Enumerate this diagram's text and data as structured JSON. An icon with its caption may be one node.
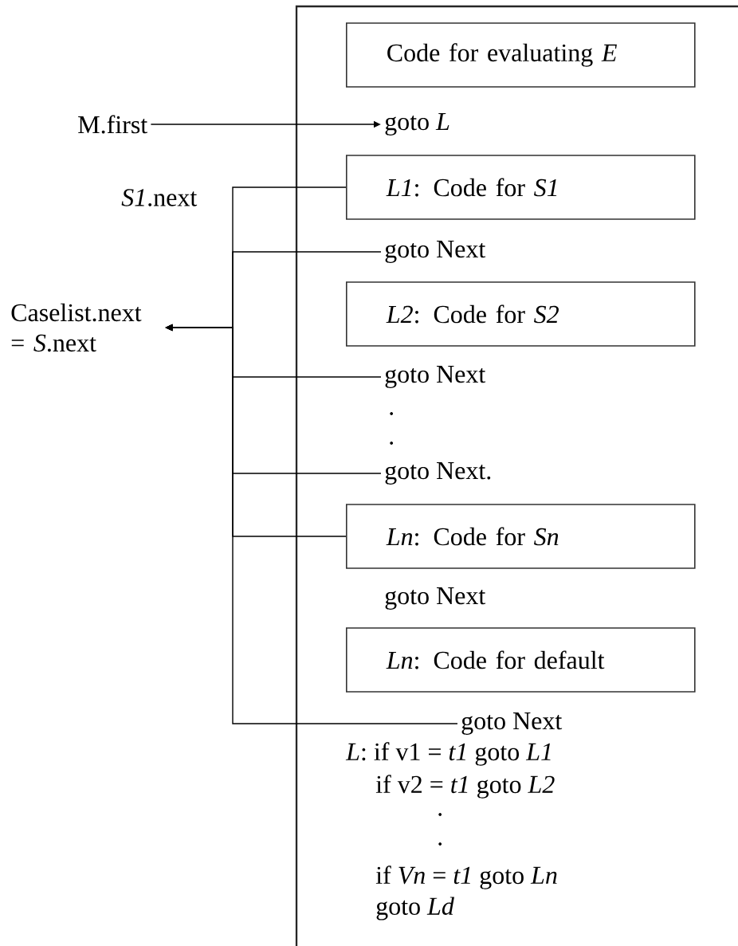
{
  "diagram": {
    "nodes": [
      {
        "text": [
          "Code for evaluating *E*"
        ]
      },
      {
        "text": [
          "M.first"
        ]
      },
      {
        "text": [
          "goto *L*"
        ]
      },
      {
        "text": [
          "*L1*: Code for *S1*"
        ]
      },
      {
        "text": [
          "goto Next"
        ]
      },
      {
        "text": [
          "Caselist.next = *S*.next"
        ]
      },
      {
        "text": [
          "*L2*: Code for *S2*"
        ]
      },
      {
        "text": [
          "goto Next"
        ]
      },
      {
        "text": [
          "goto Next."
        ]
      },
      {
        "text": [
          "*Ln*: Code for *Sn*"
        ]
      },
      {
        "text": [
          "goto Next"
        ]
      },
      {
        "text": [
          "*Ln*: Code for default"
        ]
      },
      {
        "text": [
          "goto Next"
        ]
      }
    ],
    "edges": [
      {
        "from": 1,
        "to": 2,
        "arrow": "to"
      },
      {
        "from": 3,
        "to": 5,
        "arrow": "to"
      },
      {
        "from": 4,
        "to": 5,
        "arrow": "to"
      },
      {
        "from": 7,
        "to": 5,
        "arrow": "to"
      },
      {
        "from": 8,
        "to": 5,
        "arrow": "to"
      },
      {
        "from": 9,
        "to": 5,
        "arrow": "to"
      },
      {
        "from": 12,
        "to": 5,
        "arrow": "to"
      }
    ],
    "labels": [
      "*S1*.next",
      ".",
      ".",
      "*L*: if v1 = *t1* goto *L1*",
      "if v2 = *t1* goto *L2*",
      ".",
      ".",
      "if *Vn* = *t1* goto *Ln*",
      "goto *Ld*"
    ]
  }
}
